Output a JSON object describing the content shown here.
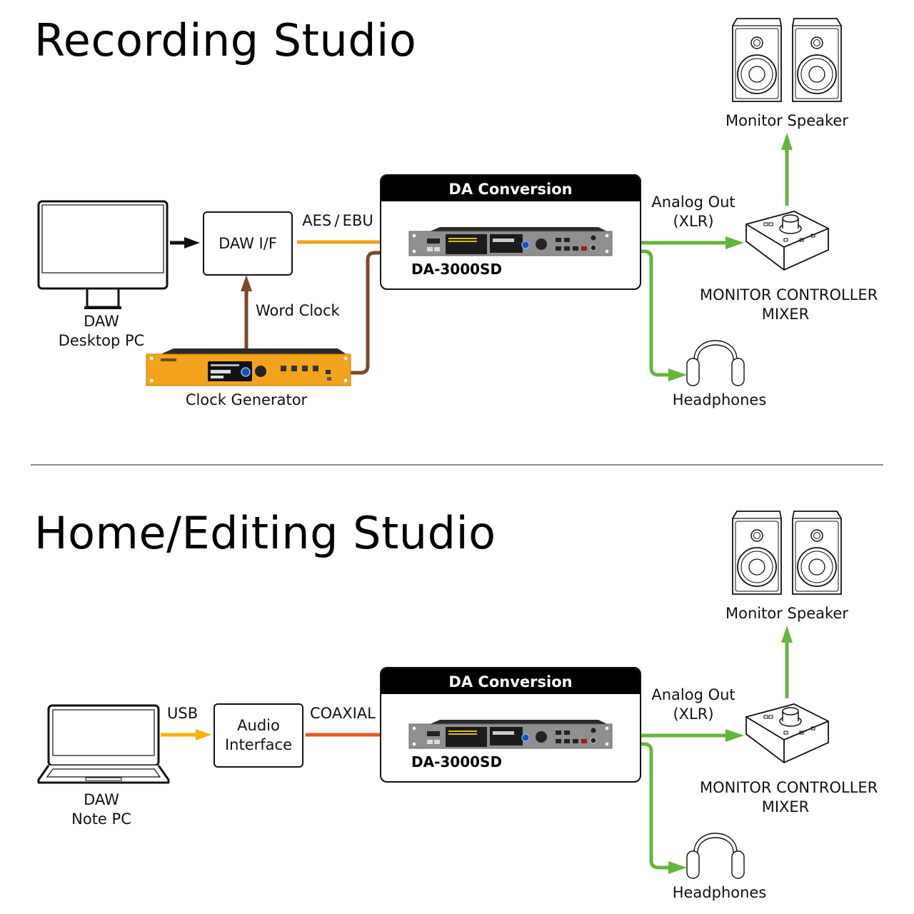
{
  "colors": {
    "aes_ebu": "#f0a21e",
    "word_clock": "#7b4a2a",
    "analog": "#64b53c",
    "usb": "#f5b400",
    "coaxial": "#e8571e",
    "outline": "#111111",
    "separator": "#888888"
  },
  "sections": [
    {
      "title": "Recording Studio",
      "source": {
        "line1": "DAW",
        "line2": "Desktop PC",
        "icon": "desktop-monitor-icon"
      },
      "interface": {
        "label": "DAW I/F"
      },
      "clock": {
        "label": "Clock Generator",
        "link_label": "Word Clock",
        "icon": "clock-generator-rack-icon"
      },
      "digital_link": {
        "label": "AES / EBU"
      },
      "converter": {
        "header": "DA Conversion",
        "model": "DA-3000SD",
        "icon": "da-3000sd-rack-icon"
      },
      "analog_link": {
        "line1": "Analog Out",
        "line2": "(XLR)"
      },
      "controller": {
        "line1": "MONITOR CONTROLLER",
        "line2": "MIXER",
        "icon": "monitor-controller-icon"
      },
      "speakers": {
        "label": "Monitor Speaker",
        "icon": "monitor-speakers-icon"
      },
      "headphones": {
        "label": "Headphones",
        "icon": "headphones-icon"
      }
    },
    {
      "title": "Home/Editing Studio",
      "source": {
        "line1": "DAW",
        "line2": "Note PC",
        "icon": "laptop-icon"
      },
      "source_link": {
        "label": "USB"
      },
      "interface": {
        "line1": "Audio",
        "line2": "Interface"
      },
      "digital_link": {
        "label": "COAXIAL"
      },
      "converter": {
        "header": "DA Conversion",
        "model": "DA-3000SD",
        "icon": "da-3000sd-rack-icon"
      },
      "analog_link": {
        "line1": "Analog Out",
        "line2": "(XLR)"
      },
      "controller": {
        "line1": "MONITOR CONTROLLER",
        "line2": "MIXER",
        "icon": "monitor-controller-icon"
      },
      "speakers": {
        "label": "Monitor Speaker",
        "icon": "monitor-speakers-icon"
      },
      "headphones": {
        "label": "Headphones",
        "icon": "headphones-icon"
      }
    }
  ]
}
